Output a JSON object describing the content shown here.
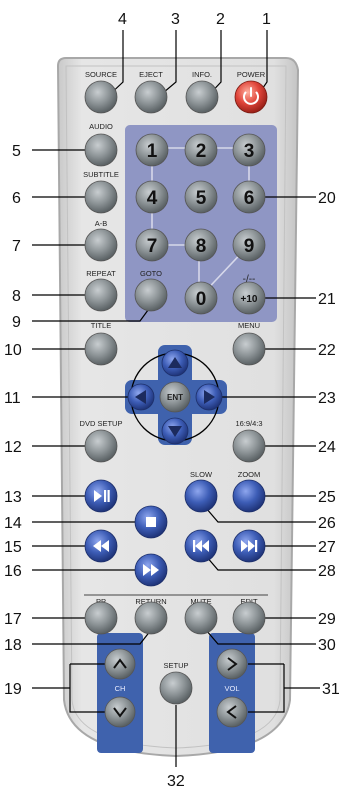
{
  "colors": {
    "body_fill": "#dcdcdc",
    "body_edge": "#b4b4b4",
    "panel_blue": "#8f96c4",
    "blue_button": "#3d5db6",
    "gray_button": "#8c9396",
    "power_red": "#e0453a",
    "leader": "#000000"
  },
  "labels": {
    "source": "SOURCE",
    "eject": "EJECT",
    "info": "INFO.",
    "power": "POWER",
    "audio": "AUDIO",
    "subtitle": "SUBTITLE",
    "ab": "A-B",
    "repeat": "REPEAT",
    "goto": "GOTO",
    "title": "TITLE",
    "menu": "MENU",
    "dvd_setup": "DVD SETUP",
    "aspect": "16:9/4:3",
    "slow": "SLOW",
    "zoom": "ZOOM",
    "pp": "PP",
    "return": "RETURN",
    "mute": "MUTE",
    "edit": "EDIT",
    "setup": "SETUP",
    "ch": "CH",
    "vol": "VOL",
    "ent": "ENT",
    "dash_label": "-/--",
    "plus10": "+10"
  },
  "digits": [
    "1",
    "2",
    "3",
    "4",
    "5",
    "6",
    "7",
    "8",
    "9",
    "0"
  ],
  "callouts": {
    "n1": "1",
    "n2": "2",
    "n3": "3",
    "n4": "4",
    "n5": "5",
    "n6": "6",
    "n7": "7",
    "n8": "8",
    "n9": "9",
    "n10": "10",
    "n11": "11",
    "n12": "12",
    "n13": "13",
    "n14": "14",
    "n15": "15",
    "n16": "16",
    "n17": "17",
    "n18": "18",
    "n19": "19",
    "n20": "20",
    "n21": "21",
    "n22": "22",
    "n23": "23",
    "n24": "24",
    "n25": "25",
    "n26": "26",
    "n27": "27",
    "n28": "28",
    "n29": "29",
    "n30": "30",
    "n31": "31",
    "n32": "32"
  },
  "icons": {
    "power": "power-icon",
    "play_pause": "play-pause-icon",
    "stop": "stop-icon",
    "rewind": "rewind-icon",
    "fast_forward": "fast-forward-icon",
    "prev": "skip-previous-icon",
    "next": "skip-next-icon",
    "ch_up": "chevron-up-icon",
    "ch_down": "chevron-down-icon",
    "vol_up": "chevron-right-icon",
    "vol_down": "chevron-left-icon",
    "nav_up": "arrow-up-icon",
    "nav_down": "arrow-down-icon",
    "nav_left": "arrow-left-icon",
    "nav_right": "arrow-right-icon"
  }
}
